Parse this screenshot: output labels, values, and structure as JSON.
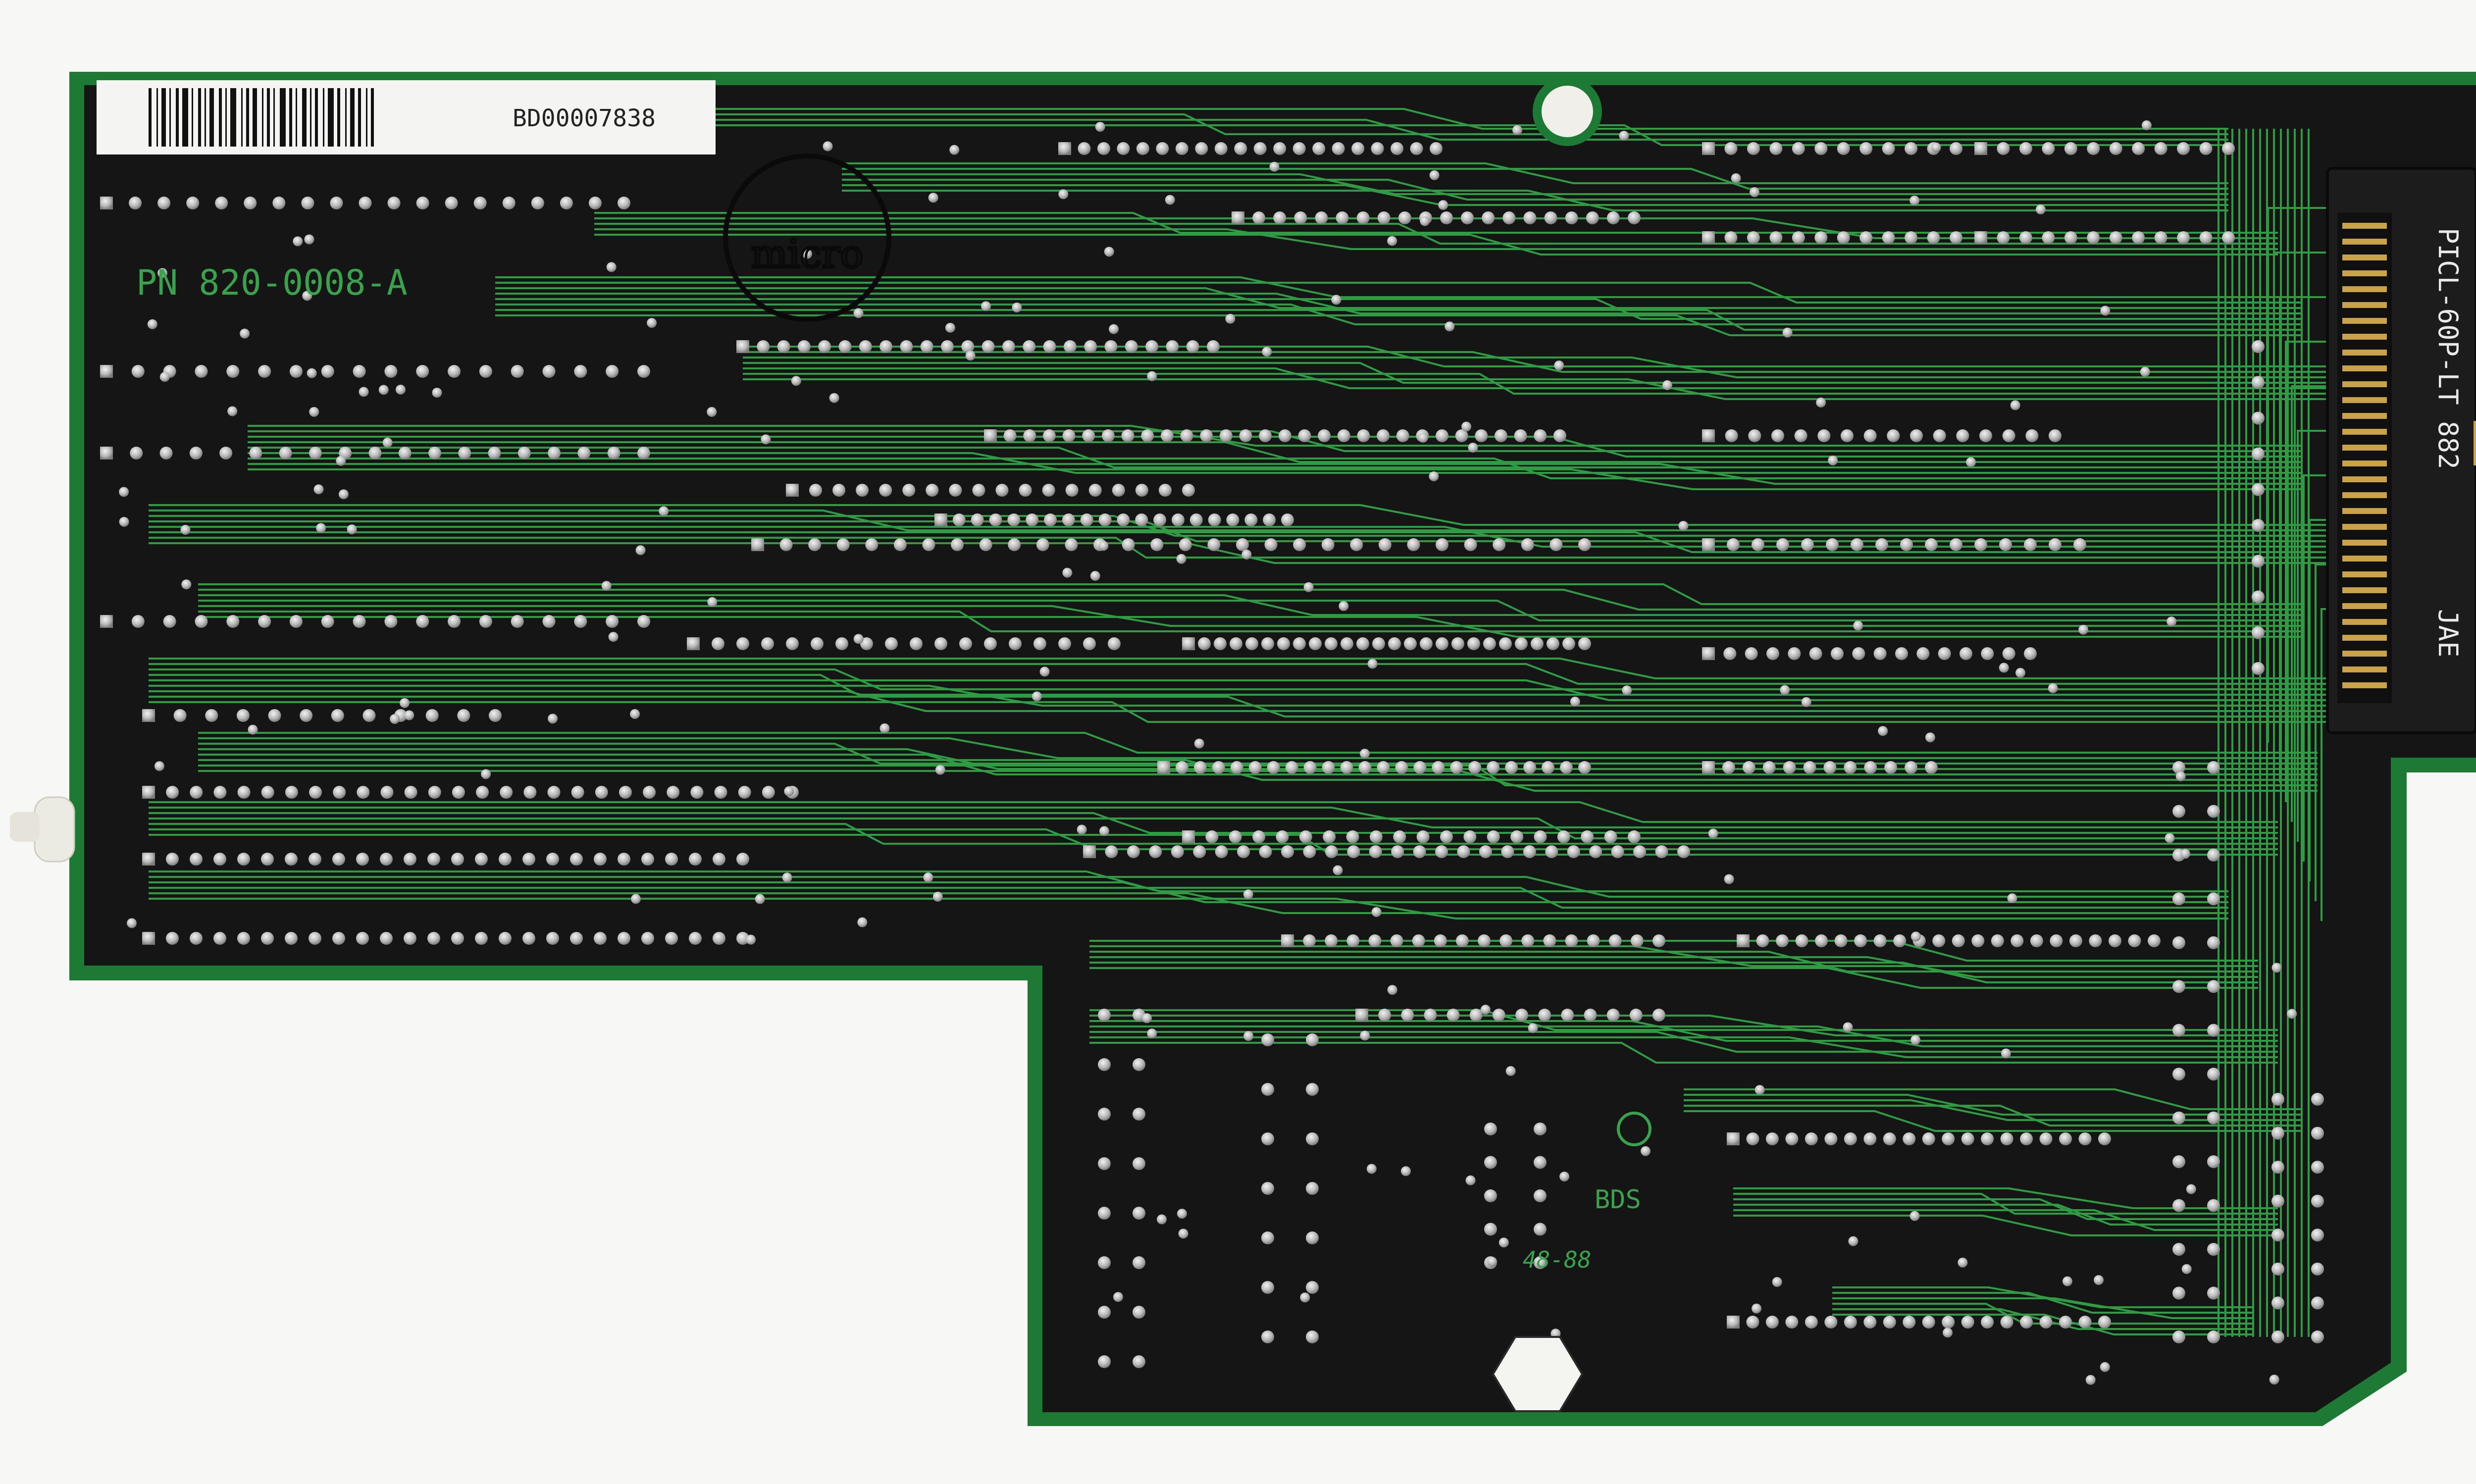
{
  "board": {
    "barcode_label": "BD00007838",
    "part_number": "PN 820-0008-A",
    "connector_label": "PICL-60P-LT 882",
    "connector_brand": "JAE",
    "maker_mark": "BDS",
    "date_code": "48-88",
    "logo_text": "micro",
    "colors": {
      "background": "#f7f7f5",
      "board_green": "#1d7a34",
      "soldermask": "#151515",
      "trace": "#2f9c44",
      "silkscreen_green": "#3aa24c",
      "solder_pad": "#c9c9c9",
      "label_white": "#f4f4f2",
      "connector_gold": "#c9a24a",
      "connector_body": "#1c1c1c"
    }
  }
}
